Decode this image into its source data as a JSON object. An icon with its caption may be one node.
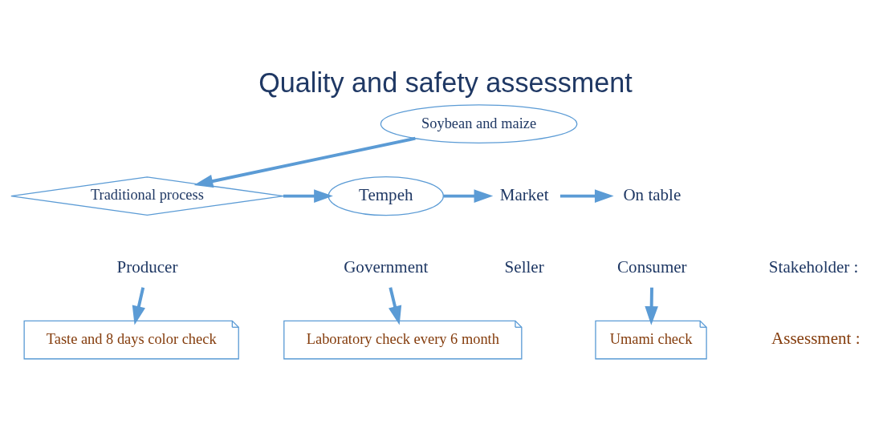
{
  "diagram": {
    "title": "Quality and safety assessment",
    "nodes": [
      {
        "text": [
          "Soybean and maize"
        ]
      },
      {
        "text": [
          "Traditional process"
        ]
      },
      {
        "text": [
          "Tempeh"
        ]
      },
      {
        "text": [
          "Market"
        ]
      },
      {
        "text": [
          "On table"
        ]
      },
      {
        "text": [
          "Producer"
        ]
      },
      {
        "text": [
          "Government"
        ]
      },
      {
        "text": [
          "Seller"
        ]
      },
      {
        "text": [
          "Consumer"
        ]
      },
      {
        "text": [
          "Taste and 8 days color check"
        ]
      },
      {
        "text": [
          "Laboratory check every 6 month"
        ]
      },
      {
        "text": [
          "Umami check"
        ]
      }
    ],
    "edges": [
      {
        "from": 0,
        "to": 1,
        "arrow": "to"
      },
      {
        "from": 1,
        "to": 2,
        "arrow": "to"
      },
      {
        "from": 2,
        "to": 3,
        "arrow": "to"
      },
      {
        "from": 3,
        "to": 4,
        "arrow": "to"
      },
      {
        "from": 5,
        "to": 9,
        "arrow": "to"
      },
      {
        "from": 6,
        "to": 10,
        "arrow": "to"
      },
      {
        "from": 8,
        "to": 11,
        "arrow": "to"
      }
    ],
    "labels": [
      "Stakeholder :",
      "Assessment :"
    ]
  }
}
